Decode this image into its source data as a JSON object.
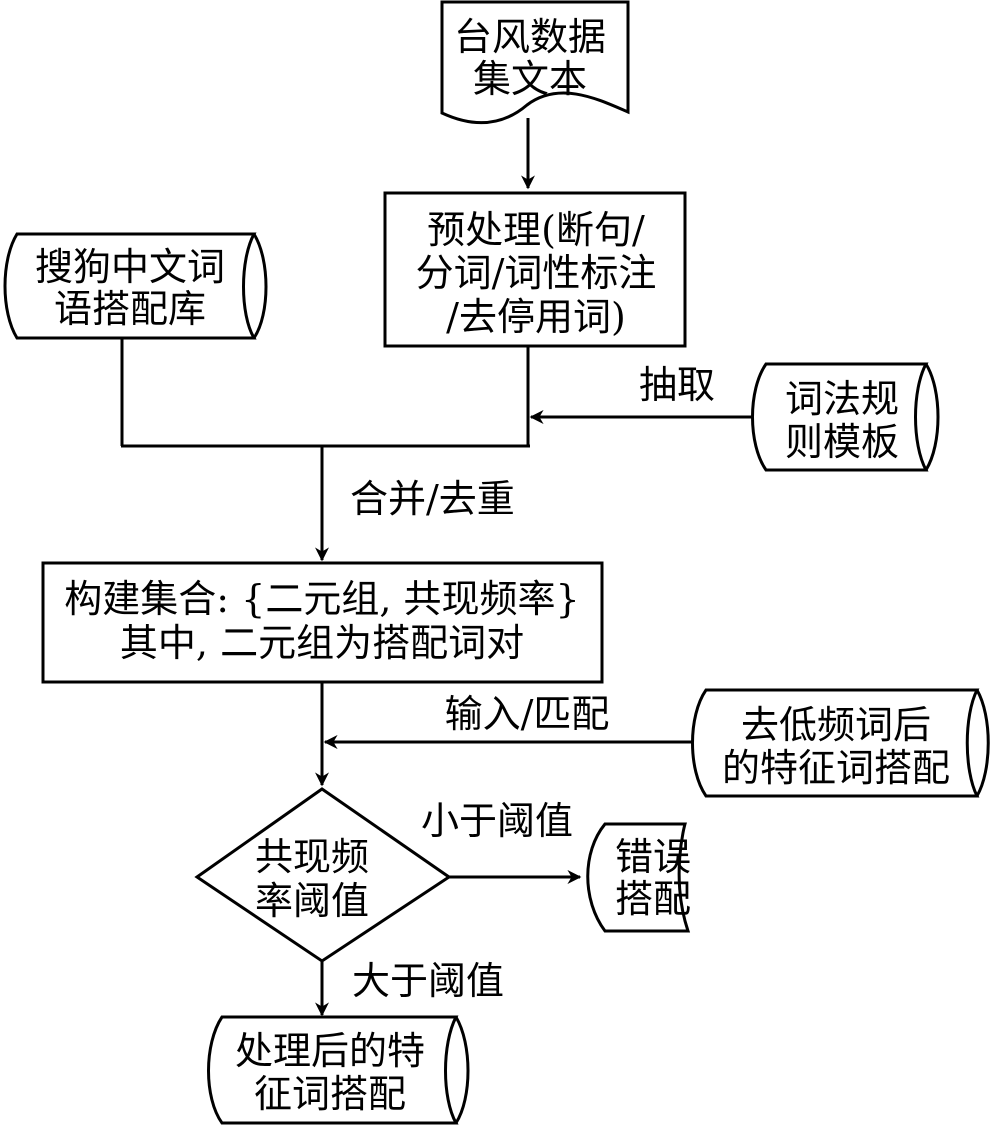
{
  "diagram": {
    "type": "flowchart",
    "colors": {
      "stroke": "#000000",
      "background": "#ffffff",
      "text": "#000000"
    },
    "nodes": {
      "source_text": {
        "shape": "document",
        "lines": [
          "台风数据",
          "集文本"
        ]
      },
      "preprocess": {
        "shape": "process",
        "lines": [
          "预处理(断句/",
          "分词/词性标注",
          "/去停用词)"
        ]
      },
      "sogou_db": {
        "shape": "stored-data",
        "lines": [
          "搜狗中文词",
          "语搭配库"
        ]
      },
      "rule_template": {
        "shape": "stored-data",
        "lines": [
          "词法规",
          "则模板"
        ]
      },
      "build_set": {
        "shape": "process",
        "lines": [
          "构建集合: {二元组, 共现频率}",
          "其中, 二元组为搭配词对"
        ]
      },
      "filtered_pairs": {
        "shape": "stored-data",
        "lines": [
          "去低频词后",
          "的特征词搭配"
        ]
      },
      "threshold": {
        "shape": "decision",
        "lines": [
          "共现频",
          "率阈值"
        ]
      },
      "wrong_pairs": {
        "shape": "stored-data",
        "lines": [
          "错误",
          "搭配"
        ]
      },
      "result": {
        "shape": "stored-data",
        "lines": [
          "处理后的特",
          "征词搭配"
        ]
      }
    },
    "edges": {
      "extract": {
        "from": "rule_template",
        "to": "preprocess-merge",
        "label": "抽取"
      },
      "merge": {
        "from": "preprocess-merge",
        "to": "build_set",
        "label": "合并/去重"
      },
      "match": {
        "from": "filtered_pairs",
        "to": "threshold",
        "label": "输入/匹配"
      },
      "below": {
        "from": "threshold",
        "to": "wrong_pairs",
        "label": "小于阈值"
      },
      "above": {
        "from": "threshold",
        "to": "result",
        "label": "大于阈值"
      }
    }
  }
}
